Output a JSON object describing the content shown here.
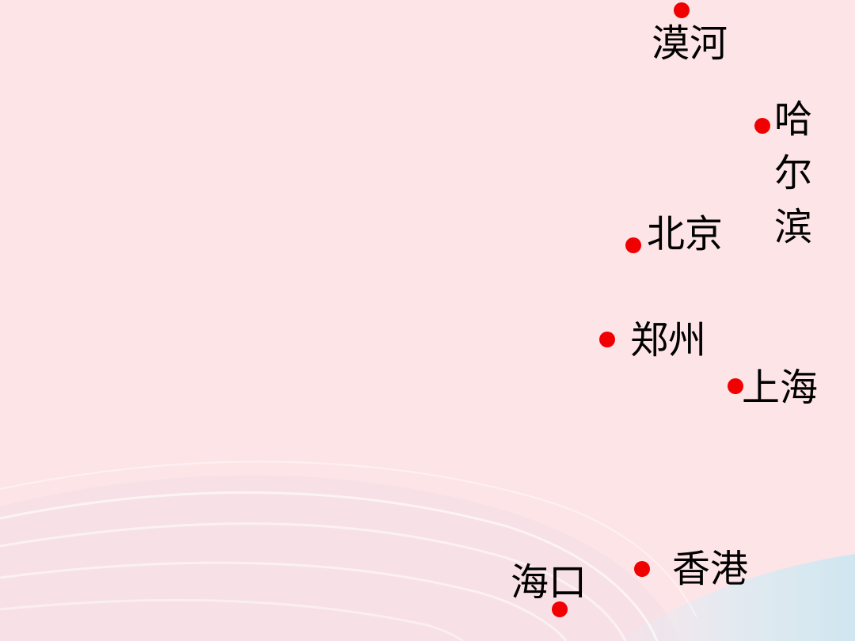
{
  "map": {
    "background_color": "#fde4e7",
    "marker_color": "#f00000",
    "text_color": "#000000",
    "cities": [
      {
        "id": "mohe",
        "name": "漠河"
      },
      {
        "id": "harbin",
        "name": "哈尔滨"
      },
      {
        "id": "beijing",
        "name": "北京"
      },
      {
        "id": "zhengzhou",
        "name": "郑州"
      },
      {
        "id": "shanghai",
        "name": "上海"
      },
      {
        "id": "hongkong",
        "name": "香港"
      },
      {
        "id": "haikou",
        "name": "海口"
      }
    ]
  }
}
